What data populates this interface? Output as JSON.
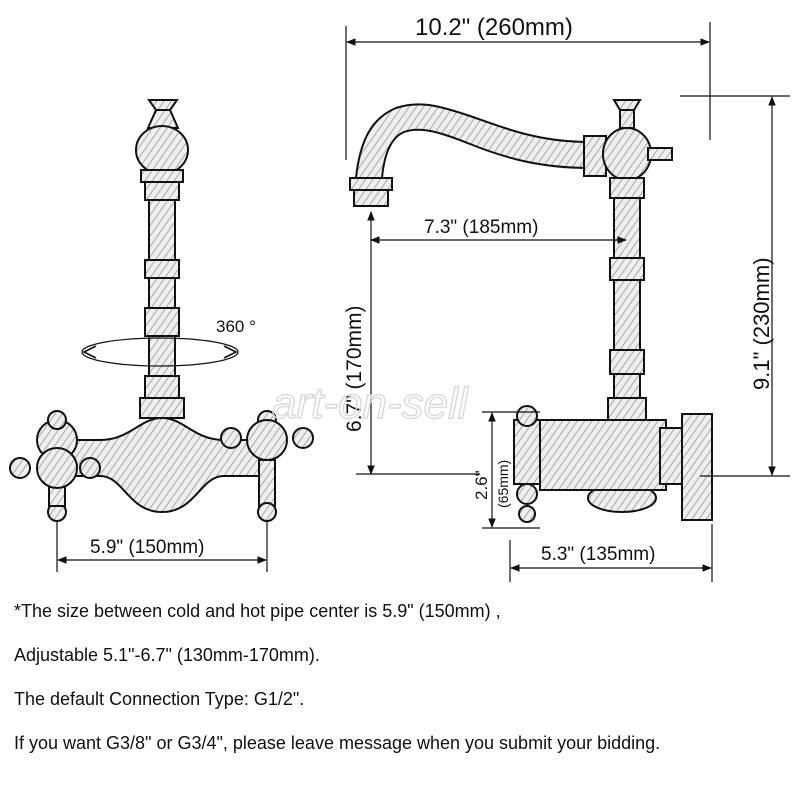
{
  "dimensions": {
    "overall_width": "10.2\" (260mm)",
    "spout_reach": "7.3\" (185mm)",
    "spout_height": "6.7\" (170mm)",
    "overall_height": "9.1\" (230mm)",
    "base_height_in": "2.6\"",
    "base_height_mm": "(65mm)",
    "pipe_center_spacing": "5.9\" (150mm)",
    "depth": "5.3\" (135mm)",
    "rotation": "360 °"
  },
  "watermark": "art-on-sell",
  "notes": [
    "*The size between cold and hot pipe center is 5.9\" (150mm) ,",
    "Adjustable 5.1\"-6.7\" (130mm-170mm).",
    "The default Connection Type: G1/2\".",
    "If you want G3/8\" or G3/4\", please leave message when you submit your bidding."
  ]
}
